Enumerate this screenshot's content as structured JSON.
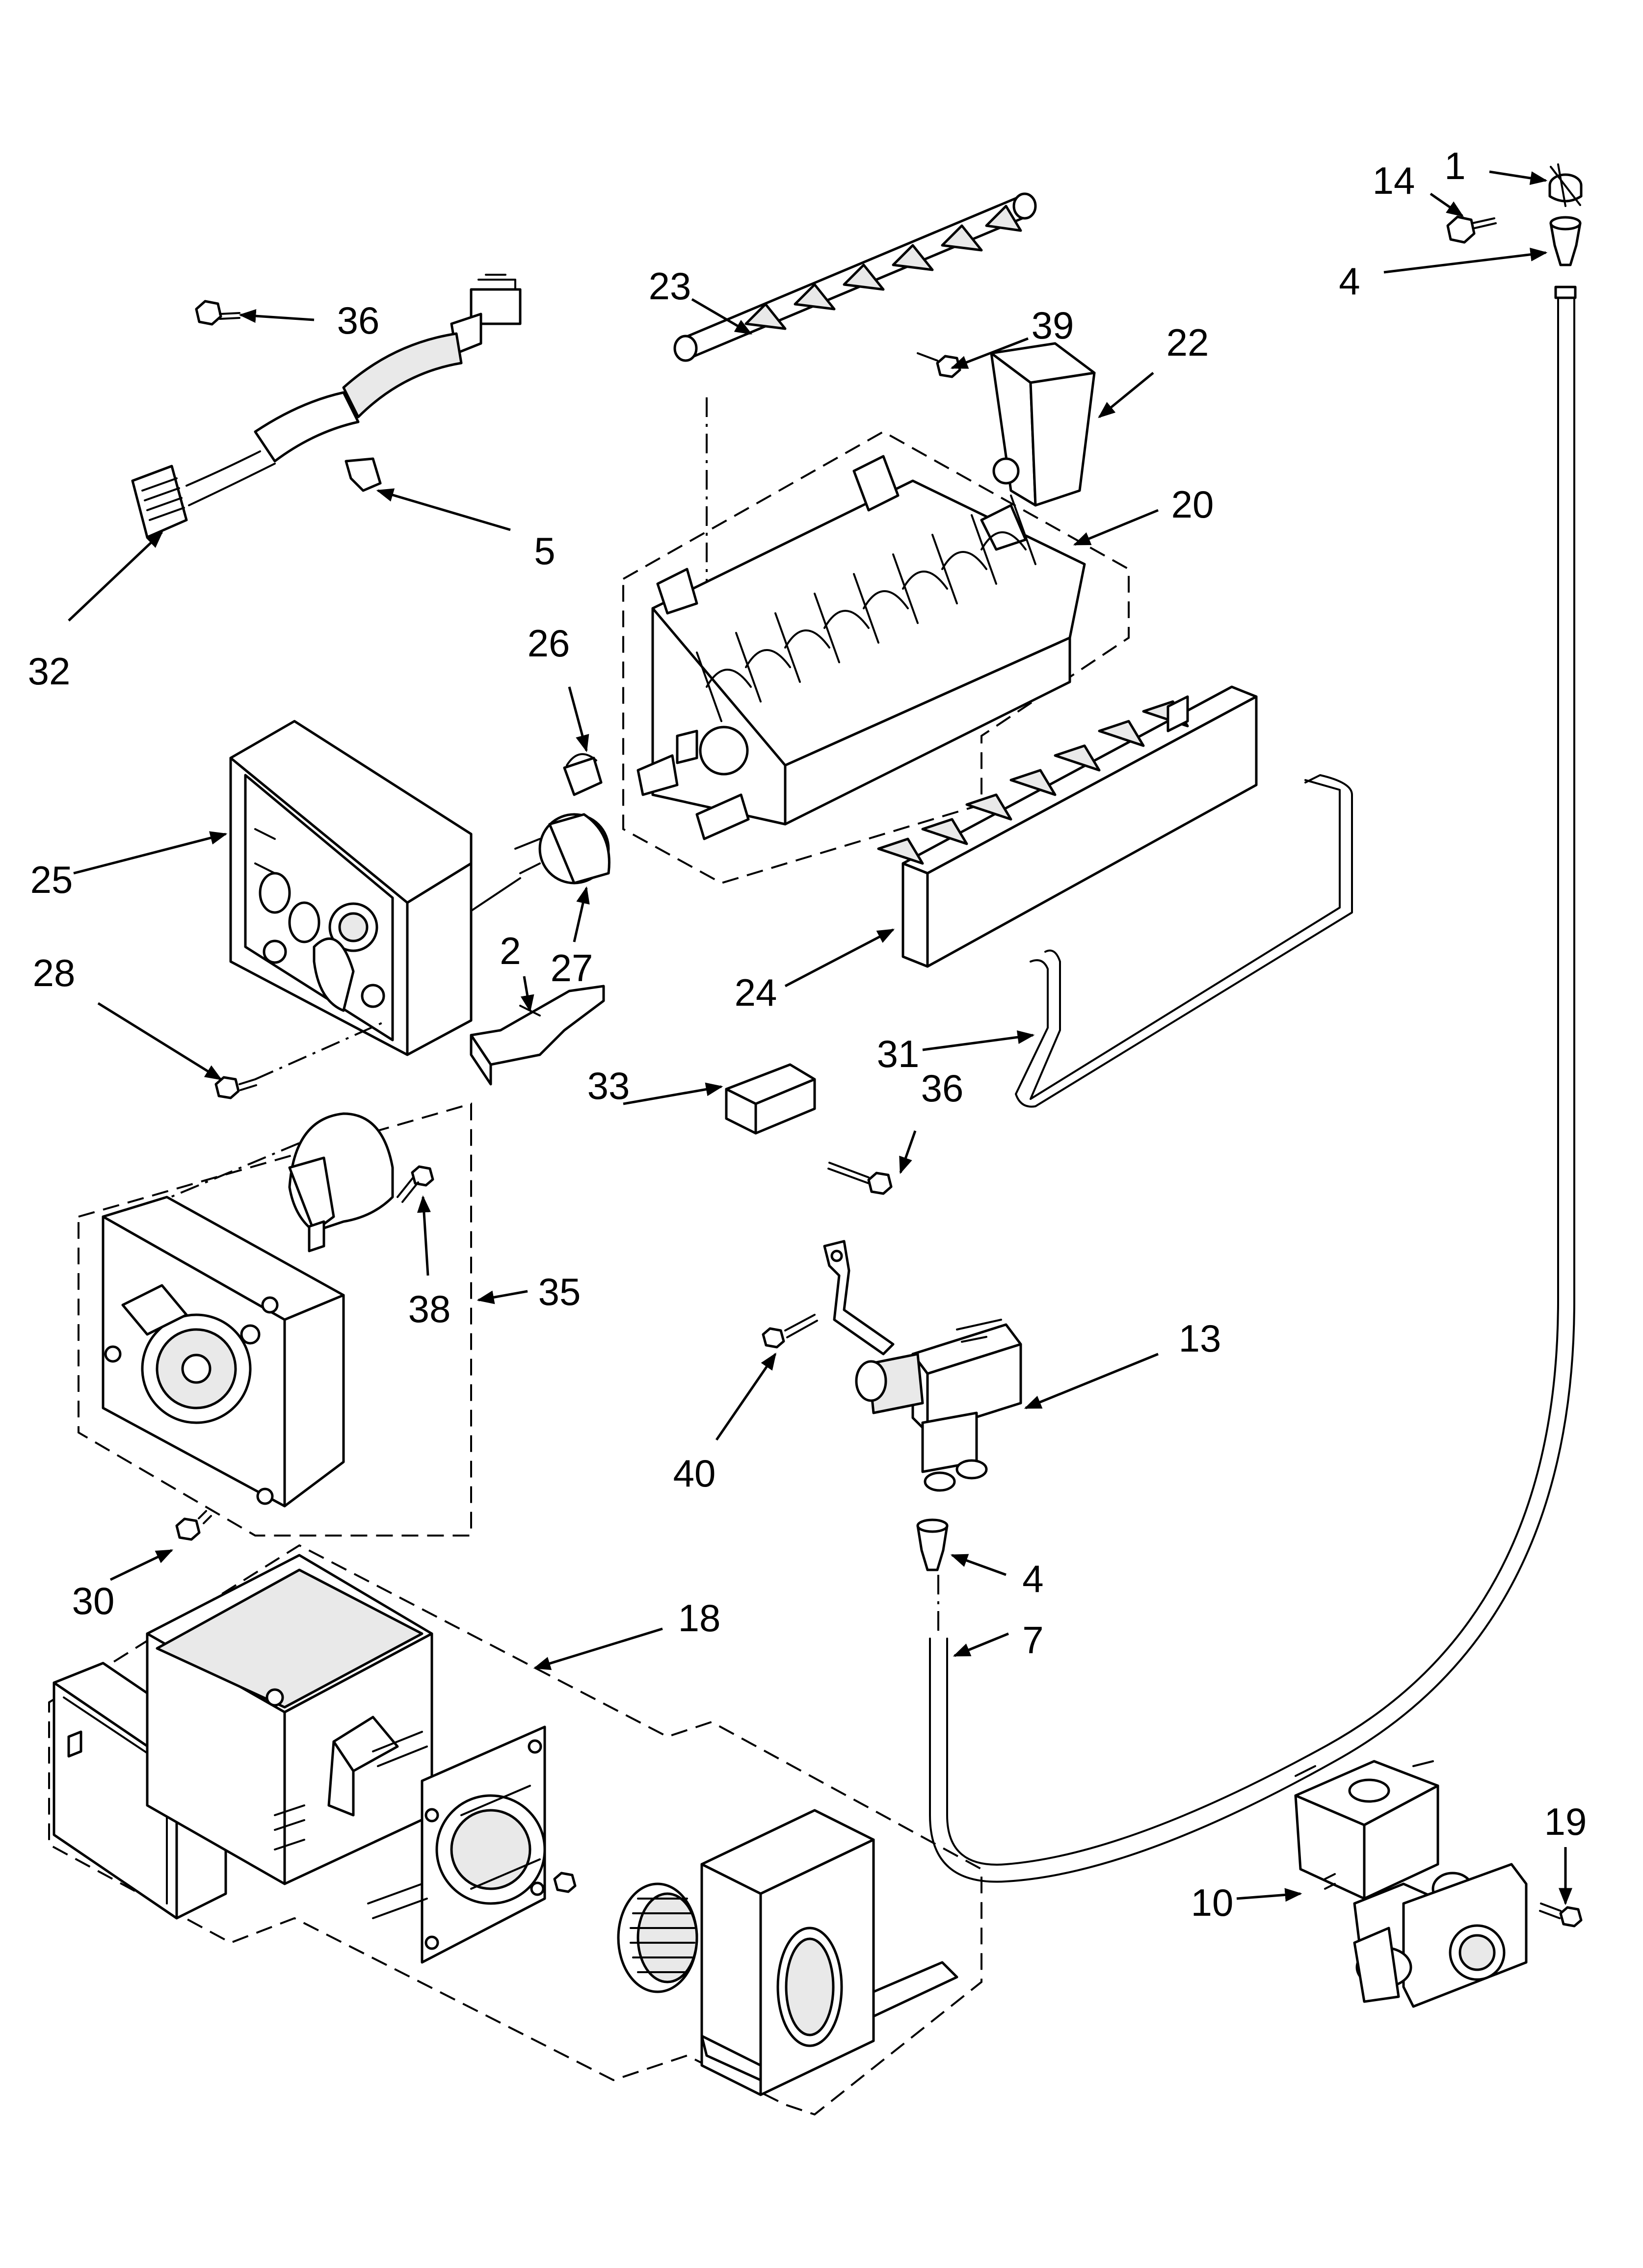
{
  "callouts": [
    {
      "id": "c1",
      "label": "1"
    },
    {
      "id": "c14",
      "label": "14"
    },
    {
      "id": "c4a",
      "label": "4"
    },
    {
      "id": "c36a",
      "label": "36"
    },
    {
      "id": "c23",
      "label": "23"
    },
    {
      "id": "c39",
      "label": "39"
    },
    {
      "id": "c22",
      "label": "22"
    },
    {
      "id": "c20",
      "label": "20"
    },
    {
      "id": "c5",
      "label": "5"
    },
    {
      "id": "c32",
      "label": "32"
    },
    {
      "id": "c26",
      "label": "26"
    },
    {
      "id": "c25",
      "label": "25"
    },
    {
      "id": "c27",
      "label": "27"
    },
    {
      "id": "c2",
      "label": "2"
    },
    {
      "id": "c28",
      "label": "28"
    },
    {
      "id": "c24",
      "label": "24"
    },
    {
      "id": "c31",
      "label": "31"
    },
    {
      "id": "c33",
      "label": "33"
    },
    {
      "id": "c36b",
      "label": "36"
    },
    {
      "id": "c38",
      "label": "38"
    },
    {
      "id": "c35",
      "label": "35"
    },
    {
      "id": "c13",
      "label": "13"
    },
    {
      "id": "c40",
      "label": "40"
    },
    {
      "id": "c4b",
      "label": "4"
    },
    {
      "id": "c30",
      "label": "30"
    },
    {
      "id": "c18",
      "label": "18"
    },
    {
      "id": "c7",
      "label": "7"
    },
    {
      "id": "c19",
      "label": "19"
    },
    {
      "id": "c10",
      "label": "10"
    }
  ]
}
